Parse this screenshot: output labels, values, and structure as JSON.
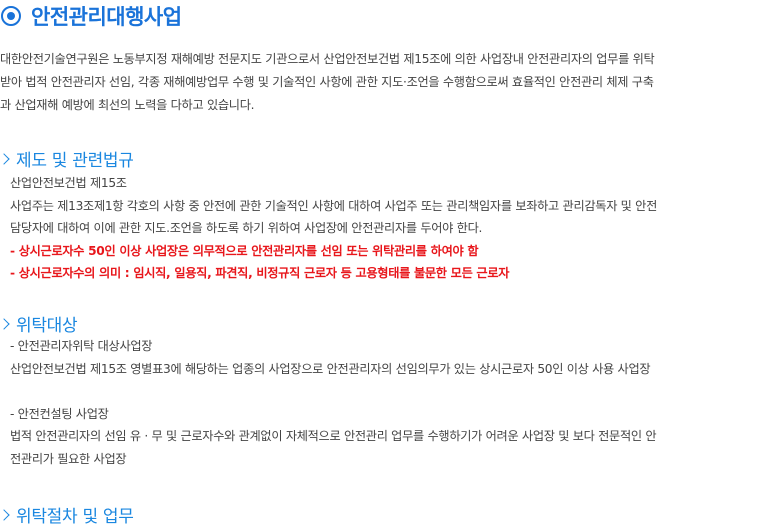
{
  "page": {
    "title": "안전관리대행사업",
    "title_icon": "radio-dot-icon",
    "accent_color": "#1a73d9",
    "section_color": "#1a87e0",
    "warning_color": "#e8161b"
  },
  "intro": {
    "lines": [
      "대한안전기술연구원은 노동부지정 재해예방 전문지도 기관으로서 산업안전보건법 제15조에 의한 사업장내 안전관리자의 업무를 위탁",
      "받아 법적 안전관리자 선임, 각종 재해예방업무 수행 및 기술적인 사항에 관한 지도·조언을 수행함으로써 효율적인 안전관리 체제 구축",
      "과 산업재해 예방에 최선의 노력을 다하고 있습니다."
    ]
  },
  "sections": [
    {
      "heading": "제도 및 관련법규",
      "icon": "chevron-right-icon",
      "lines": [
        "산업안전보건법 제15조",
        "사업주는 제13조제1항 각호의 사항 중 안전에 관한 기술적인 사항에 대하여 사업주 또는 관리책임자를 보좌하고 관리감독자 및 안전",
        "담당자에 대하여 이에 관한 지도.조언을 하도록 하기 위하여 사업장에 안전관리자를 두어야 한다."
      ],
      "highlights": [
        "- 상시근로자수 50인 이상 사업장은 의무적으로 안전관리자를 선임 또는 위탁관리를 하여야 함",
        "- 상시근로자수의 의미 : 임시직, 일용직, 파견직, 비정규직 근로자 등 고용형태를 불문한 모든 근로자"
      ]
    },
    {
      "heading": "위탁대상",
      "icon": "chevron-right-icon",
      "items": [
        {
          "label": "- 안전관리자위탁 대상사업장",
          "lines": [
            "산업안전보건법 제15조 영별표3에 해당하는 업종의 사업장으로 안전관리자의 선임의무가 있는 상시근로자 50인 이상 사용 사업장"
          ]
        },
        {
          "label": "- 안전컨설팅 사업장",
          "lines": [
            "법적 안전관리자의 선임 유 · 무 및 근로자수와 관계없이 자체적으로 안전관리 업무를 수행하기가 어려운 사업장 및 보다 전문적인 안",
            "전관리가 필요한 사업장"
          ]
        }
      ]
    },
    {
      "heading": "위탁절차 및 업무",
      "icon": "chevron-right-icon"
    }
  ]
}
